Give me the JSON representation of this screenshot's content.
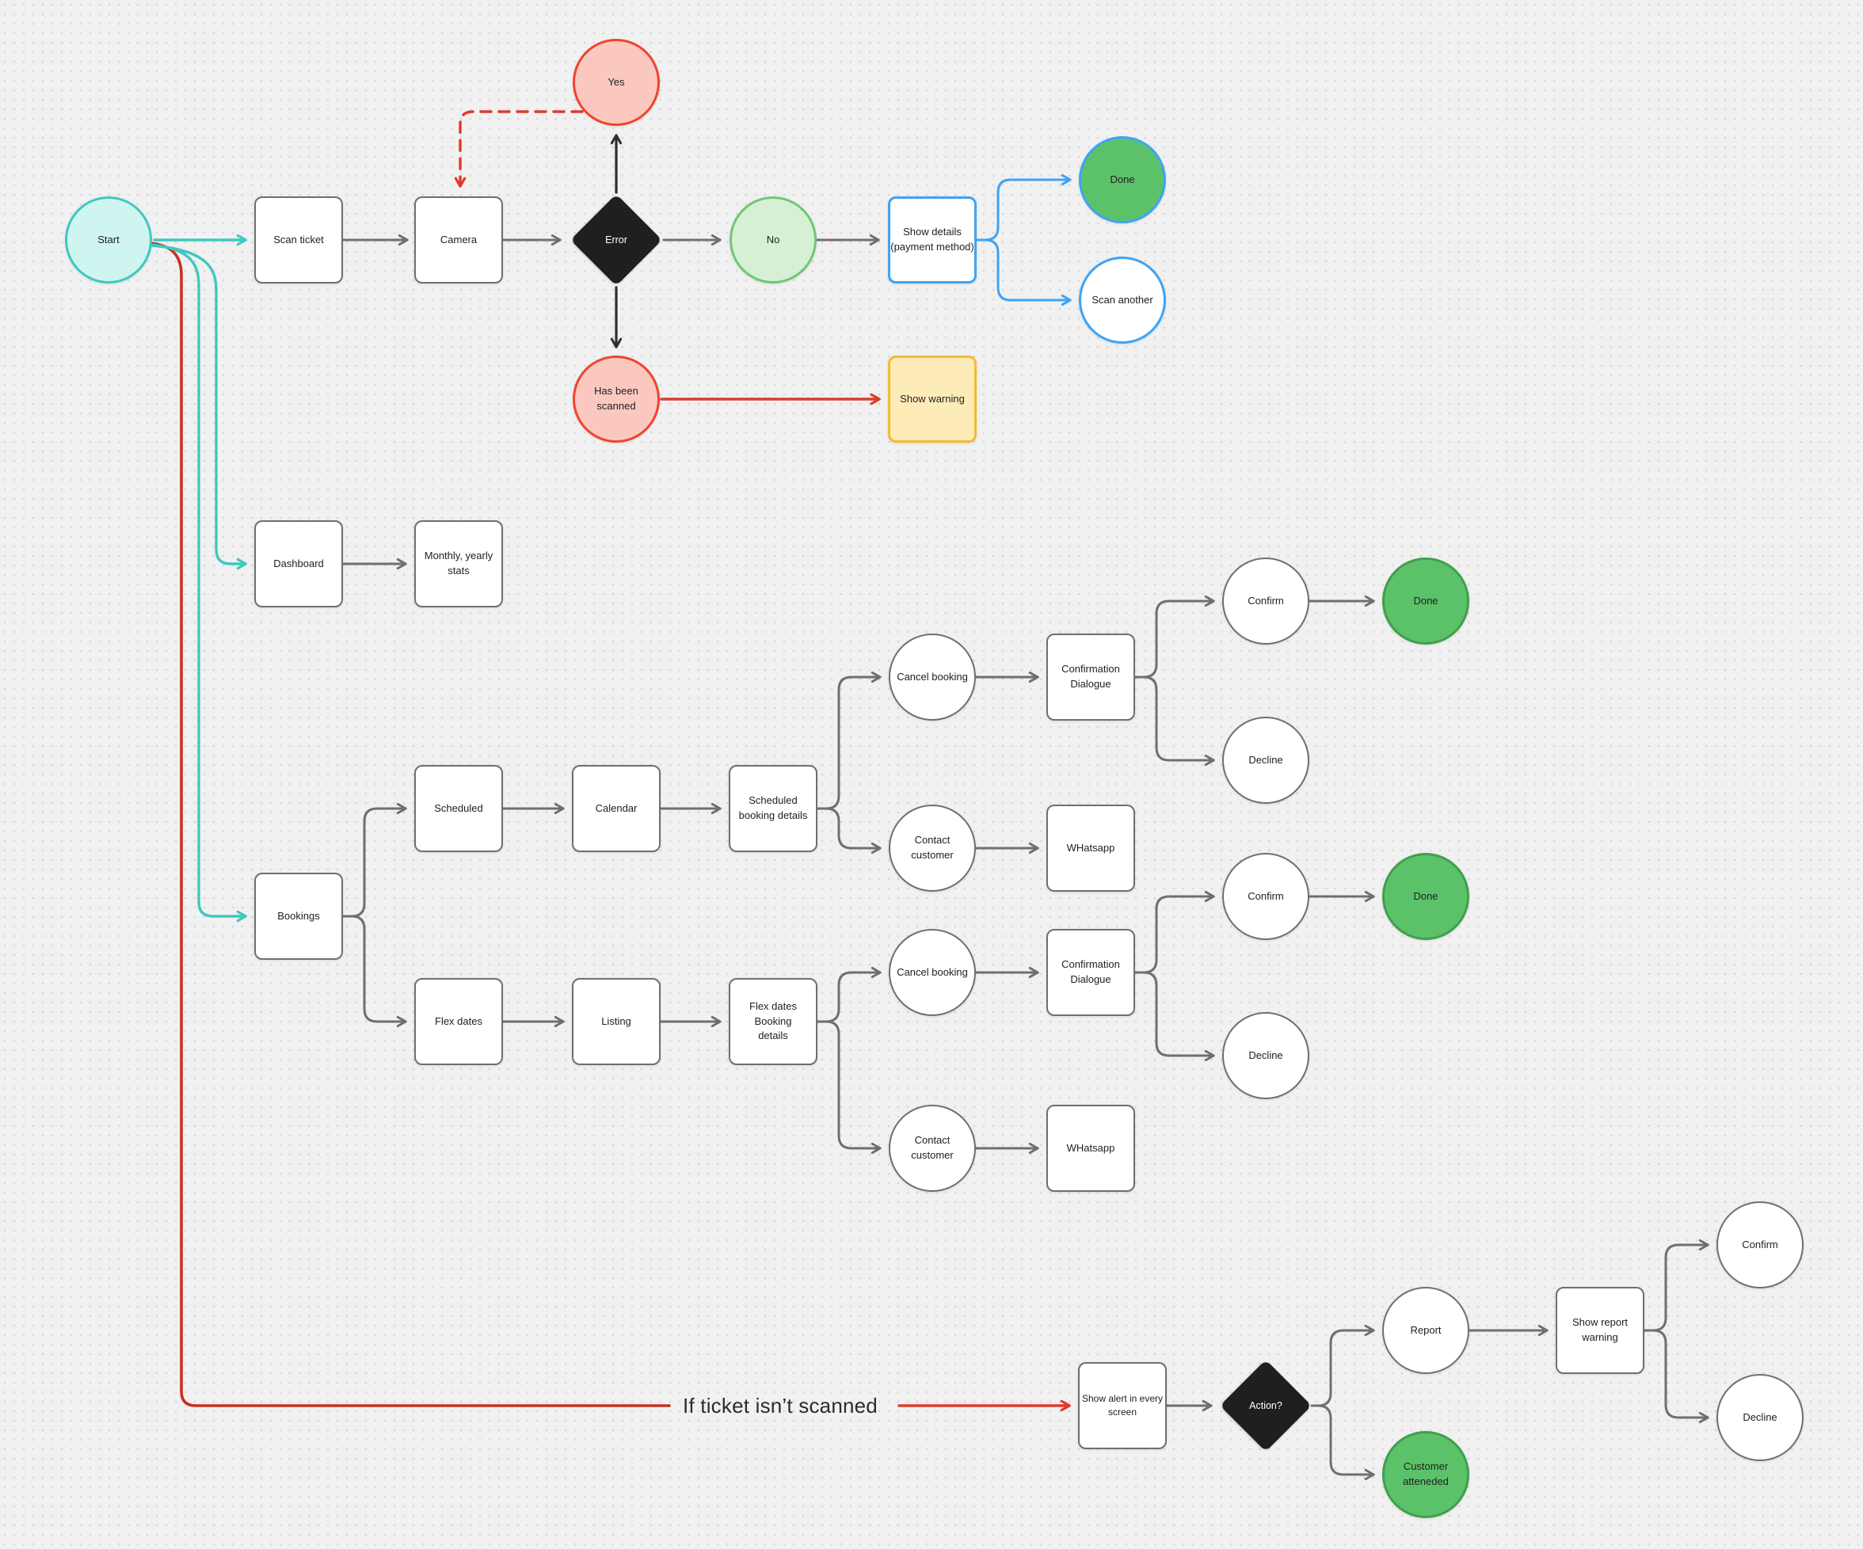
{
  "canvas": {
    "background": "#F1F1F1",
    "dot_color": "#D8D8D8"
  },
  "colors": {
    "connector_gray": "#6F6F6F",
    "connector_dark": "#2E2E2E",
    "connector_red": "#E03A2B",
    "connector_dark_red": "#C8301F",
    "connector_cyan": "#3FC8C0",
    "connector_blue": "#3DA3F5",
    "node_border_gray": "#6F6F6F",
    "teal_fill": "#CFF5F1",
    "teal_border": "#3FC8C0",
    "pink_fill": "#FBC8C0",
    "red_border": "#EE4430",
    "green_light_fill": "#D6F0D6",
    "green_light_border": "#6FC873",
    "green_solid_fill": "#5CC26A",
    "green_solid_border": "#3F9F4F",
    "blue_border": "#3DA3F5",
    "yellow_fill": "#FDEBB8",
    "yellow_border": "#F2BC33",
    "diamond_fill": "#1F1F1F"
  },
  "annotation": {
    "if_not_scanned": "If ticket isn’t scanned"
  },
  "nodes": {
    "start": {
      "label": "Start"
    },
    "scan_ticket": {
      "label": "Scan ticket"
    },
    "camera": {
      "label": "Camera"
    },
    "error": {
      "label": "Error"
    },
    "yes": {
      "label": "Yes"
    },
    "no": {
      "label": "No"
    },
    "show_details": {
      "label": [
        "Show details",
        "(payment method)"
      ]
    },
    "done_top": {
      "label": "Done"
    },
    "scan_another": {
      "label": "Scan another"
    },
    "has_been_scanned": {
      "label": [
        "Has been",
        "scanned"
      ]
    },
    "show_warning": {
      "label": "Show warning"
    },
    "dashboard": {
      "label": "Dashboard"
    },
    "monthly_stats": {
      "label": [
        "Monthly, yearly",
        "stats"
      ]
    },
    "bookings": {
      "label": "Bookings"
    },
    "scheduled": {
      "label": "Scheduled"
    },
    "calendar": {
      "label": "Calendar"
    },
    "scheduled_details": {
      "label": [
        "Scheduled",
        "booking details"
      ]
    },
    "cancel_booking_1": {
      "label": "Cancel booking"
    },
    "confirmation_dialogue_1": {
      "label": [
        "Confirmation",
        "Dialogue"
      ]
    },
    "confirm_1": {
      "label": "Confirm"
    },
    "done_1": {
      "label": "Done"
    },
    "decline_1": {
      "label": "Decline"
    },
    "contact_customer_1": {
      "label": [
        "Contact",
        "customer"
      ]
    },
    "whatsapp_1": {
      "label": "WHatsapp"
    },
    "flex_dates": {
      "label": "Flex dates"
    },
    "listing": {
      "label": "Listing"
    },
    "flex_details": {
      "label": [
        "Flex dates Booking",
        "details"
      ]
    },
    "cancel_booking_2": {
      "label": "Cancel booking"
    },
    "confirmation_dialogue_2": {
      "label": [
        "Confirmation",
        "Dialogue"
      ]
    },
    "confirm_2": {
      "label": "Confirm"
    },
    "done_2": {
      "label": "Done"
    },
    "decline_2": {
      "label": "Decline"
    },
    "contact_customer_2": {
      "label": [
        "Contact",
        "customer"
      ]
    },
    "whatsapp_2": {
      "label": "WHatsapp"
    },
    "show_alert": {
      "label": [
        "Show alert in every",
        "screen"
      ]
    },
    "action": {
      "label": "Action?"
    },
    "report": {
      "label": "Report"
    },
    "show_report_warning": {
      "label": [
        "Show report",
        "warning"
      ]
    },
    "confirm_3": {
      "label": "Confirm"
    },
    "decline_3": {
      "label": "Decline"
    },
    "customer_attended": {
      "label": [
        "Customer",
        "atteneded"
      ]
    }
  }
}
